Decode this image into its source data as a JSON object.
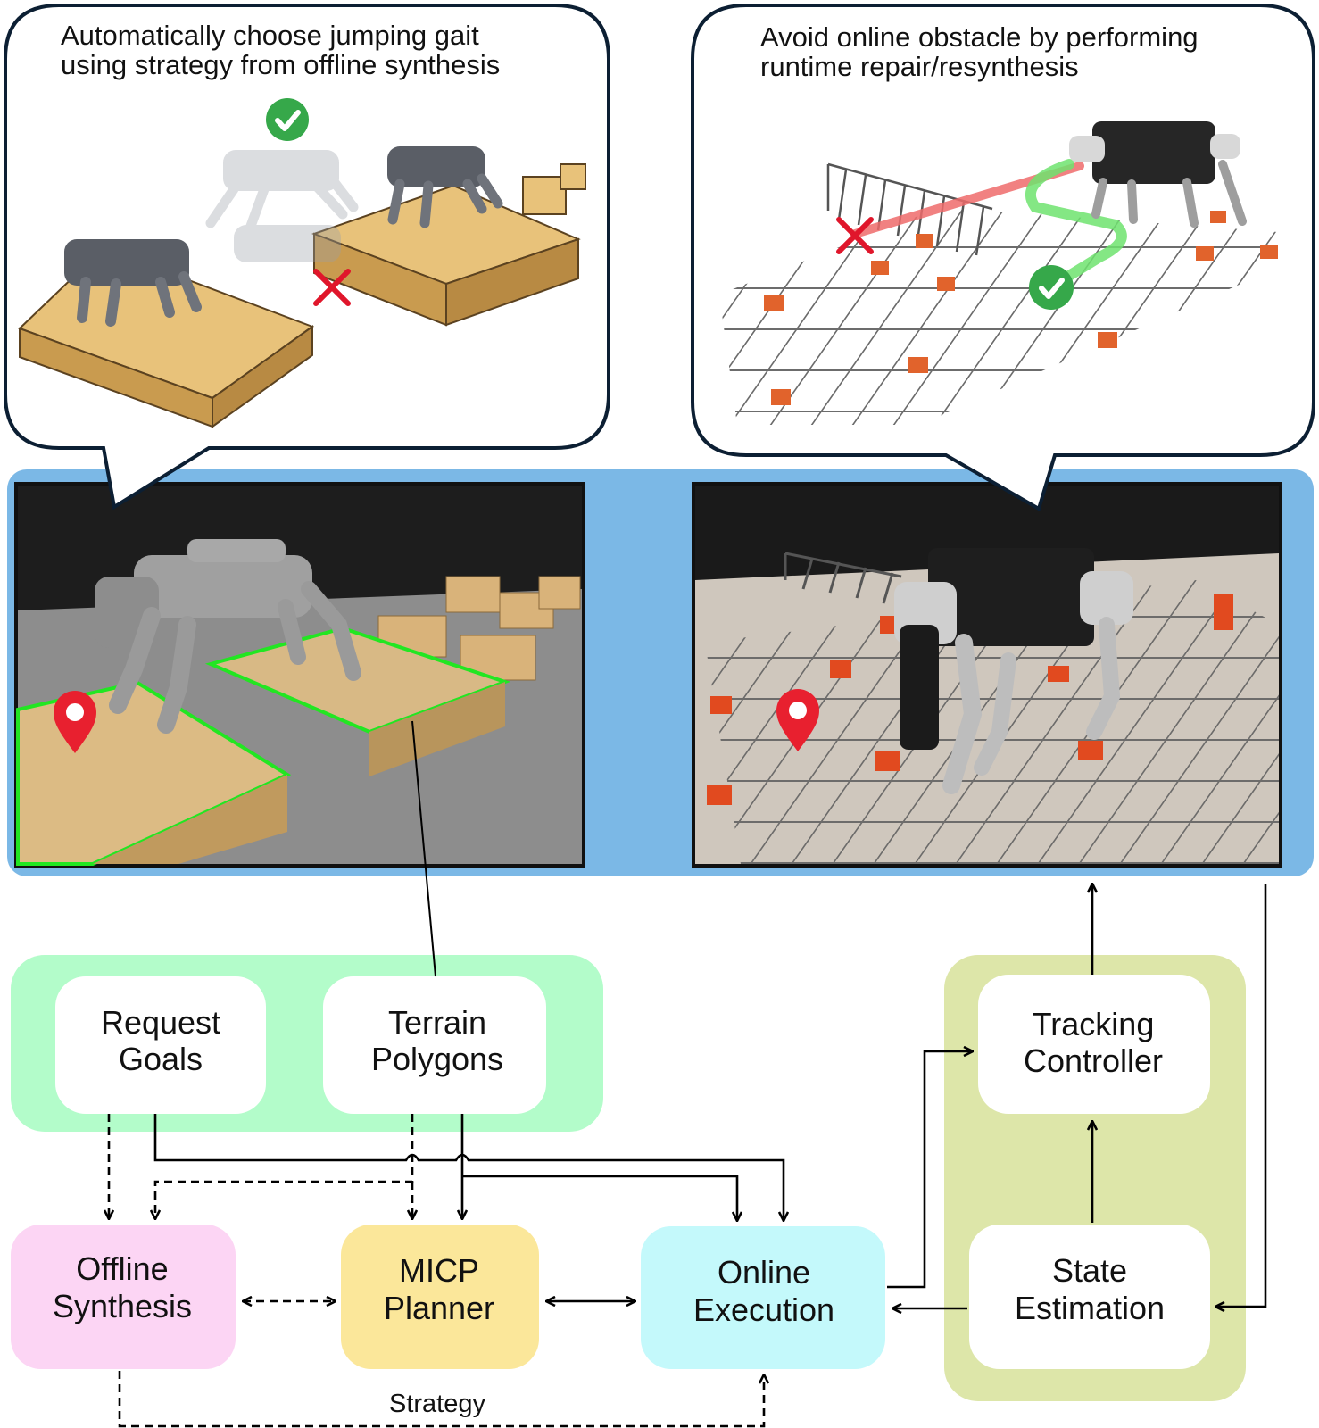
{
  "bubbles": {
    "left": {
      "lines": [
        "Automatically choose jumping gait",
        "using strategy from offline synthesis"
      ]
    },
    "right": {
      "lines": [
        "Avoid online obstacle by performing",
        "runtime repair/resynthesis"
      ]
    }
  },
  "inputs": {
    "request_goals": [
      "Request",
      "Goals"
    ],
    "terrain_polygons": [
      "Terrain",
      "Polygons"
    ]
  },
  "modules": {
    "offline_synthesis": [
      "Offline",
      "Synthesis"
    ],
    "micp_planner": [
      "MICP",
      "Planner"
    ],
    "online_execution": [
      "Online",
      "Execution"
    ],
    "tracking_controller": [
      "Tracking",
      "Controller"
    ],
    "state_estimation": [
      "State",
      "Estimation"
    ]
  },
  "edge_labels": {
    "strategy": "Strategy"
  },
  "colors": {
    "inputs_bg": "#b3fcca",
    "controller_group_bg": "#dde6a9",
    "offline_bg": "#fcd5f4",
    "micp_bg": "#fbe79a",
    "online_bg": "#c4f9fb",
    "photo_frame": "#7bb8e6",
    "wood": "#e8c27a",
    "terrain_outline": "#22e622",
    "check": "#36a84a",
    "cross": "#e0162b",
    "pin": "#e8202f"
  },
  "icons": [
    "check-icon",
    "cross-icon",
    "location-pin-icon"
  ]
}
